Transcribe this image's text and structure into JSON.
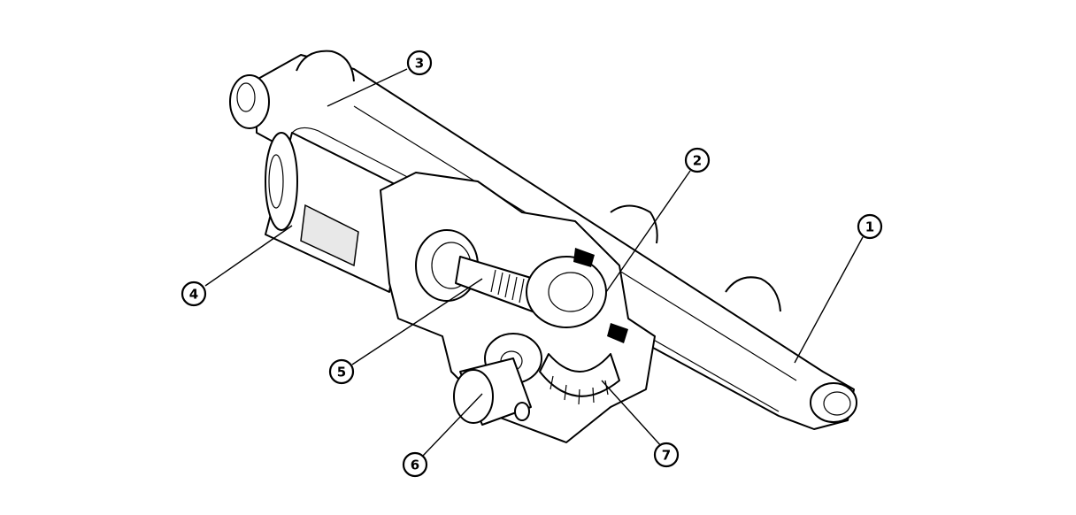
{
  "callouts": [
    {
      "id": "callout-1",
      "label": "1"
    },
    {
      "id": "callout-2",
      "label": "2"
    },
    {
      "id": "callout-3",
      "label": "3"
    },
    {
      "id": "callout-4",
      "label": "4"
    },
    {
      "id": "callout-5",
      "label": "5"
    },
    {
      "id": "callout-6",
      "label": "6"
    },
    {
      "id": "callout-7",
      "label": "7"
    }
  ]
}
